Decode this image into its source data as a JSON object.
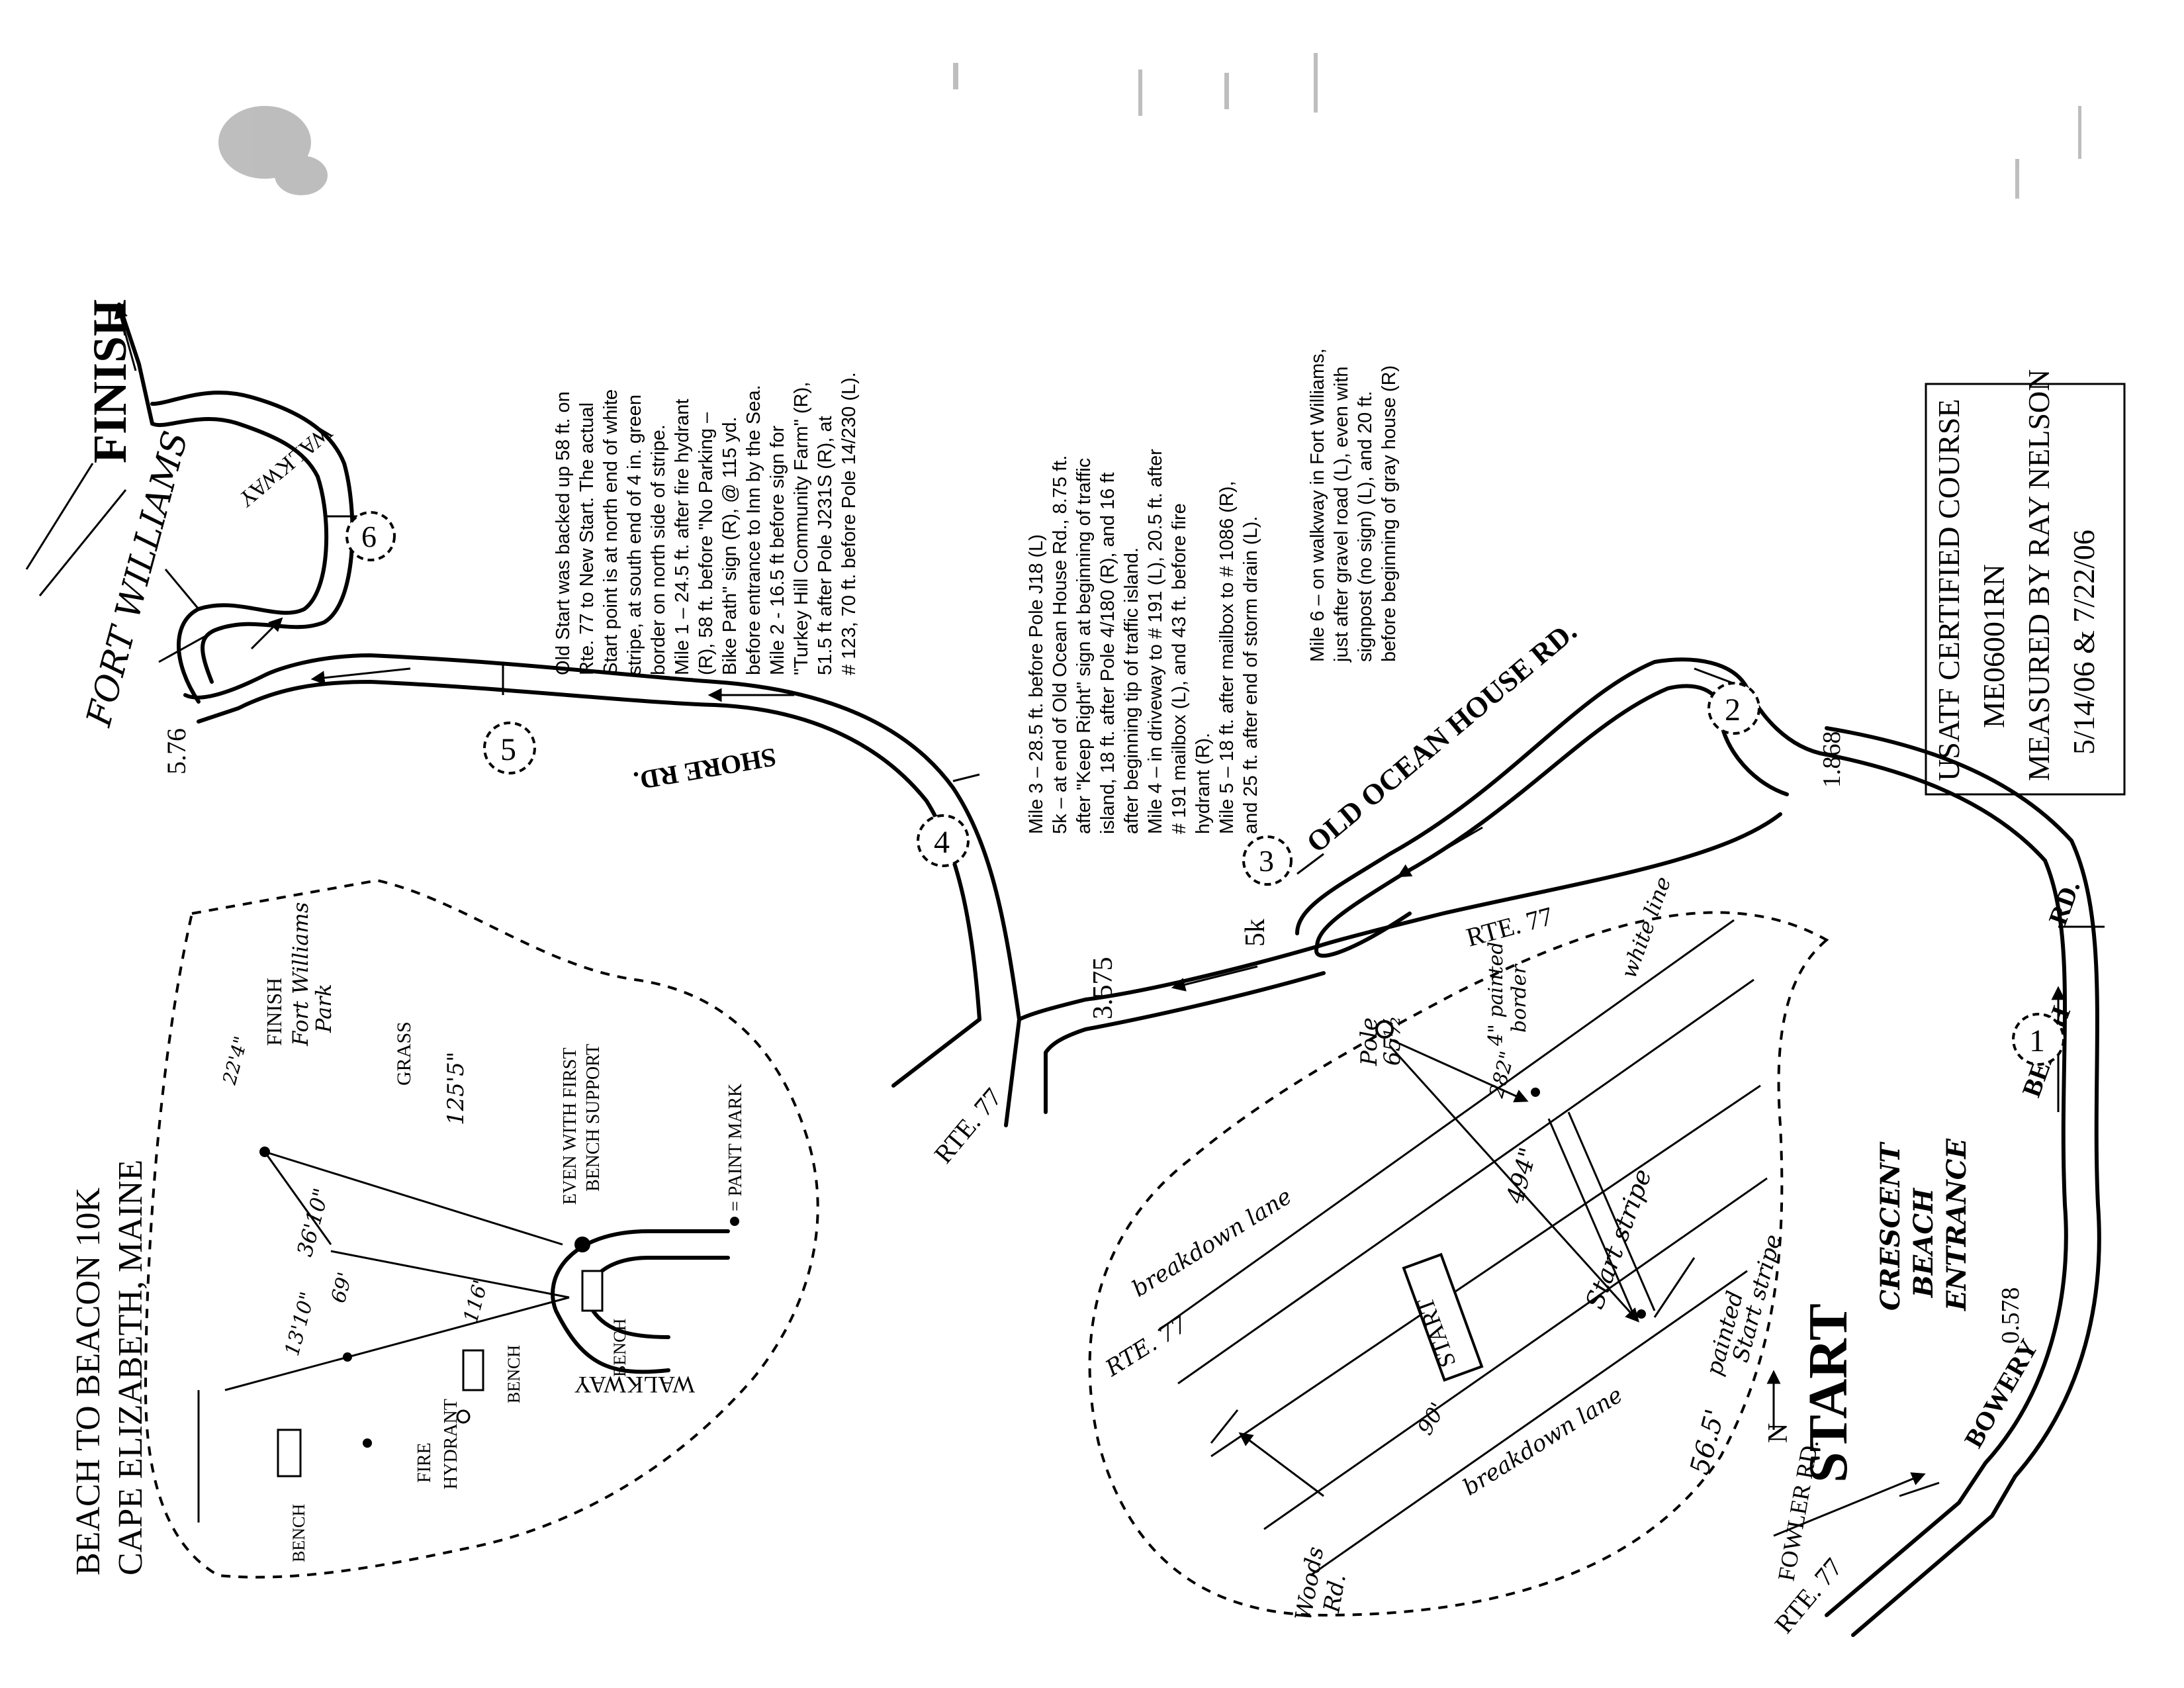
{
  "course": {
    "title_line1": "BEACH TO BEACON 10K",
    "title_line2": "CAPE ELIZABETH, MAINE",
    "cert_line1": "USATF CERTIFIED COURSE",
    "cert_line2": "ME06001RN",
    "cert_line3": "MEASURED BY RAY NELSON",
    "cert_line4": "5/14/06 & 7/22/06"
  },
  "roads": {
    "fort_williams": "FORT WILLIAMS",
    "walkway": "WALKWAY",
    "walkway_inset": "WALKWAY",
    "shore_rd": "SHORE RD.",
    "old_ocean_house_rd": "OLD OCEAN HOUSE RD.",
    "rte77_a": "RTE. 77",
    "rte77_b": "RTE. 77",
    "rte77_c": "RTE. 77",
    "rte77_d": "RTE. 77",
    "beach_rd_1": "BEACH",
    "beach_rd_2": "RD.",
    "bowery": "BOWERY",
    "crescent_1": "CRESCENT",
    "crescent_2": "BEACH",
    "crescent_3": "ENTRANCE",
    "fowler_rd": "FOWLER RD.",
    "woods_rd_1": "Woods",
    "woods_rd_2": "Rd."
  },
  "markers": {
    "finish": "FINISH",
    "start": "START",
    "start_box": "START",
    "mile1": "1",
    "mile2": "2",
    "mile3": "3",
    "mile4": "4",
    "mile5": "5",
    "mile6": "6",
    "five_k": "5k",
    "d_0578": "0.578",
    "d_1868": "1.868",
    "d_3575": "3.575",
    "d_576": "5.76",
    "north": "N"
  },
  "start_inset": {
    "pole": "Pole",
    "pole_num": "65½",
    "painted_border_1": "4\" painted",
    "painted_border_2": "border",
    "white_line": "white line",
    "start_stripe": "Start stripe",
    "painted_start_1": "painted",
    "painted_start_2": "Start stripe",
    "dist_565": "56.5'",
    "dist_494": "494\"",
    "dist_282": "282\"",
    "dist_90": "90'",
    "breakdown_lane_top": "breakdown lane",
    "breakdown_lane_bottom": "breakdown lane",
    "rte77": "RTE. 77"
  },
  "finish_inset": {
    "finish": "FINISH",
    "park_1": "Fort Williams",
    "park_2": "Park",
    "grass": "GRASS",
    "dist_1255": "125'5\"",
    "even_1": "EVEN WITH FIRST",
    "even_2": "BENCH SUPPORT",
    "paint_mark": "= PAINT MARK",
    "dist_3610": "36'10\"",
    "dist_69": "69'",
    "dist_1310": "13'10\"",
    "dist_116": "116'",
    "dist_2234": "22'4\"",
    "bench_a": "BENCH",
    "bench_b": "BENCH",
    "bench_c": "BENCH",
    "fire_1": "FIRE",
    "fire_2": "HYDRANT"
  },
  "notes": {
    "old_start": [
      "Old Start was backed up 58 ft. on",
      "Rte. 77 to New Start. The actual",
      "Start point is at north end of white",
      "stripe, at south end of 4 in. green",
      "border on north side of stripe.",
      "Mile 1 – 24.5 ft. after fire hydrant",
      "(R), 58 ft. before \"No Parking –",
      "Bike Path\" sign (R), @ 115 yd.",
      "before entrance to Inn by the Sea.",
      "Mile 2 - 16.5 ft before sign for",
      "\"Turkey Hill Community Farm\" (R),",
      "51.5 ft after Pole J231S (R), at",
      "# 123, 70 ft. before Pole 14/230 (L)."
    ],
    "mile3": [
      "Mile 3 – 28.5 ft. before Pole J18 (L)",
      "5k – at end of Old Ocean House Rd., 8.75 ft.",
      "after \"Keep Right\" sign at beginning of traffic",
      "island, 18 ft. after Pole 4/180 (R), and 16 ft",
      "after beginning tip of traffic island.",
      "Mile 4 – in driveway to # 191 (L), 20.5 ft. after",
      "# 191 mailbox (L), and 43 ft. before fire",
      "hydrant (R).",
      "Mile 5 – 18 ft. after mailbox to # 1086 (R),",
      "and 25 ft. after end of storm drain (L)."
    ],
    "mile6": [
      "Mile 6 – on walkway in Fort Williams,",
      "just after gravel road (L), even with",
      "signpost (no sign) (L), and 20 ft.",
      "before beginning of gray house (R)"
    ]
  }
}
